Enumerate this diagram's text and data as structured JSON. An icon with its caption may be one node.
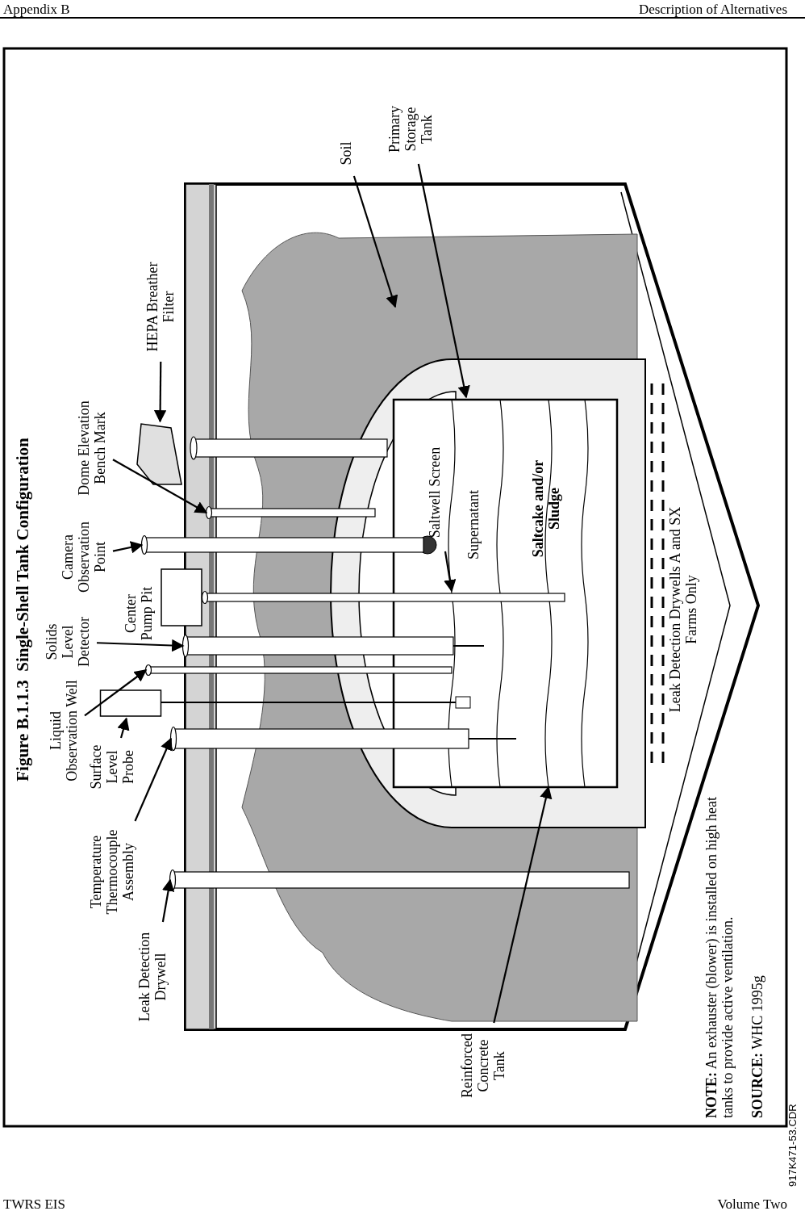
{
  "diagram": {
    "title": "Figure B.1.1.3  Single-Shell Tank Configuration",
    "nodes": [
      {
        "text": [
          "HEPA Breather Filter"
        ]
      },
      {
        "text": [
          "Dome Elevation Bench Mark"
        ]
      },
      {
        "text": [
          "Camera Observation Point"
        ]
      },
      {
        "text": [
          "Solids Level Detector"
        ]
      },
      {
        "text": [
          "Liquid Observation Well"
        ]
      },
      {
        "text": [
          "Surface Level Probe"
        ]
      },
      {
        "text": [
          "Temperature Thermocouple Assembly"
        ]
      },
      {
        "text": [
          "Leak Detection Drywell"
        ]
      },
      {
        "text": [
          "Soil"
        ]
      },
      {
        "text": [
          "Primary Storage Tank"
        ]
      },
      {
        "text": [
          "Saltwell Screen"
        ]
      },
      {
        "text": [
          "Reinforced Concrete Tank"
        ]
      },
      {
        "text": [],
        "shape": "box"
      },
      {
        "text": [],
        "shape": "cylinder"
      },
      {
        "text": [],
        "shape": "cylinder"
      },
      {
        "text": [],
        "shape": "cylinder"
      },
      {
        "text": [],
        "shape": "cylinder"
      },
      {
        "text": [],
        "shape": "cylinder"
      },
      {
        "text": [],
        "shape": "box"
      },
      {
        "text": [],
        "shape": "cylinder"
      },
      {
        "text": [],
        "shape": "cylinder"
      }
    ],
    "edges": [
      {
        "from": 0,
        "to": 12,
        "arrow": "to"
      },
      {
        "from": 1,
        "to": 13,
        "arrow": "to"
      },
      {
        "from": 2,
        "to": 14,
        "arrow": "to"
      },
      {
        "from": 3,
        "to": 16,
        "arrow": "to"
      },
      {
        "from": 4,
        "to": 17,
        "arrow": "to"
      },
      {
        "from": 5,
        "to": 18,
        "arrow": "to"
      },
      {
        "from": 6,
        "to": 19,
        "arrow": "to"
      },
      {
        "from": 7,
        "to": 20,
        "arrow": "to"
      },
      {
        "from": 8,
        "to": null,
        "arrow": "to"
      },
      {
        "from": 9,
        "to": null,
        "arrow": "to"
      },
      {
        "from": 10,
        "to": 15,
        "arrow": "to"
      },
      {
        "from": 11,
        "to": null,
        "arrow": "to"
      }
    ],
    "labels": [
      "Appendix B",
      "Description of Alternatives",
      "Center Pump Pit",
      "Supernatant",
      "Saltcake and/or Sludge",
      "Leak Detection Drywells A and SX Farms Only",
      "**NOTE:** An exhauster (blower) is installed on high heat tanks to provide active ventilation.",
      "**SOURCE:** WHC 1995g",
      "917K471-53.CDR",
      "TWRS EIS",
      "Volume Two"
    ]
  }
}
